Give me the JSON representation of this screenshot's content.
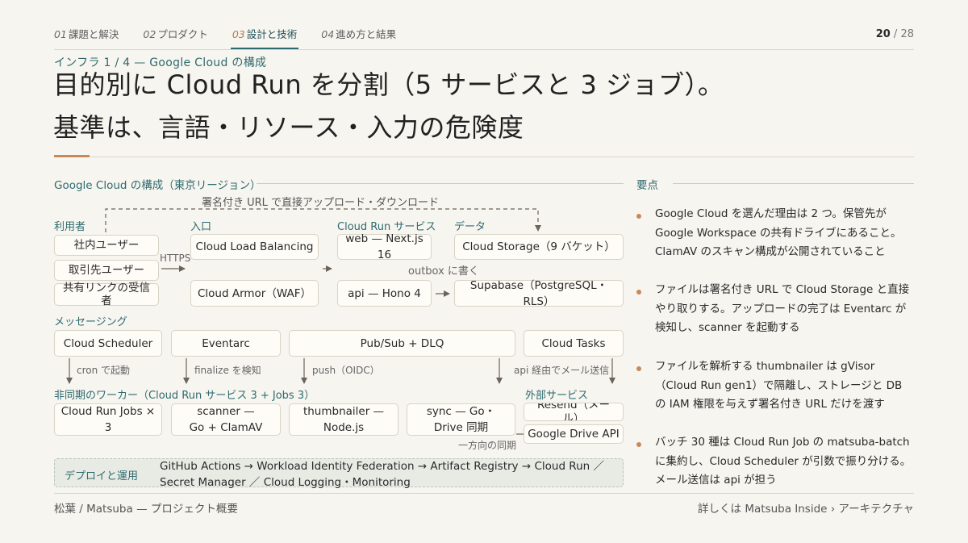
{
  "nav": {
    "items": [
      {
        "num": "01",
        "label": "課題と解決",
        "active": false
      },
      {
        "num": "02",
        "label": "プロダクト",
        "active": false
      },
      {
        "num": "03",
        "label": "設計と技術",
        "active": true
      },
      {
        "num": "04",
        "label": "進め方と結果",
        "active": false
      }
    ],
    "page_current": "20",
    "page_sep": " / ",
    "page_total": "28"
  },
  "kicker": "インフラ 1 / 4 — Google Cloud の構成",
  "title": {
    "line1": "目的別に Cloud Run を分割（5 サービスと 3 ジョブ）。",
    "line2": "基準は、言語・リソース・入力の危険度"
  },
  "diagram": {
    "section": "Google Cloud の構成（東京リージョン）",
    "signed_url_note": "署名付き URL で直接アップロード・ダウンロード",
    "labels": {
      "users": "利用者",
      "entry": "入口",
      "services": "Cloud Run サービス",
      "data": "データ",
      "messaging": "メッセージング",
      "workers": "非同期のワーカー（Cloud Run サービス 3 + Jobs 3）",
      "external": "外部サービス"
    },
    "boxes": {
      "internal_user": "社内ユーザー",
      "partner_user": "取引先ユーザー",
      "shared_link": "共有リンクの受信者",
      "lb": "Cloud Load Balancing",
      "armor": "Cloud Armor（WAF）",
      "web": "web — Next.js 16",
      "api": "api — Hono 4",
      "storage": "Cloud Storage（9 バケット）",
      "supabase": "Supabase（PostgreSQL・RLS）",
      "scheduler": "Cloud Scheduler",
      "eventarc": "Eventarc",
      "pubsub": "Pub/Sub + DLQ",
      "tasks": "Cloud Tasks",
      "jobs": "Cloud Run Jobs × 3",
      "scanner": "scanner — Go + ClamAV",
      "thumbnailer": "thumbnailer — Node.js",
      "sync": "sync — Go・Drive 同期",
      "resend": "Resend（メール）",
      "drive": "Google Drive API"
    },
    "notes": {
      "https": "HTTPS",
      "outbox": "outbox に書く",
      "cron": "cron で起動",
      "finalize": "finalize を検知",
      "push": "push（OIDC）",
      "via_api": "api 経由でメール送信",
      "oneway": "一方向の同期"
    },
    "deploy": {
      "label": "デプロイと運用",
      "text": "GitHub Actions → Workload Identity Federation → Artifact Registry → Cloud Run ／ Secret Manager ／ Cloud Logging・Monitoring"
    }
  },
  "points": {
    "title": "要点",
    "items": [
      "Google Cloud を選んだ理由は 2 つ。保管先が Google Workspace の共有ドライブにあること。ClamAV のスキャン構成が公開されていること",
      "ファイルは署名付き URL で Cloud Storage と直接やり取りする。アップロードの完了は Eventarc が検知し、scanner を起動する",
      "ファイルを解析する thumbnailer は gVisor（Cloud Run gen1）で隔離し、ストレージと DB の IAM 権限を与えず署名付き URL だけを渡す",
      "バッチ 30 種は Cloud Run Job の matsuba-batch に集約し、Cloud Scheduler が引数で振り分ける。メール送信は api が担う"
    ]
  },
  "footer": {
    "left": "松葉 / Matsuba — プロジェクト概要",
    "right": "詳しくは Matsuba Inside › アーキテクチャ"
  },
  "colors": {
    "accent": "#2d6a70",
    "orange": "#c8885a",
    "background": "#f7f5ef"
  }
}
